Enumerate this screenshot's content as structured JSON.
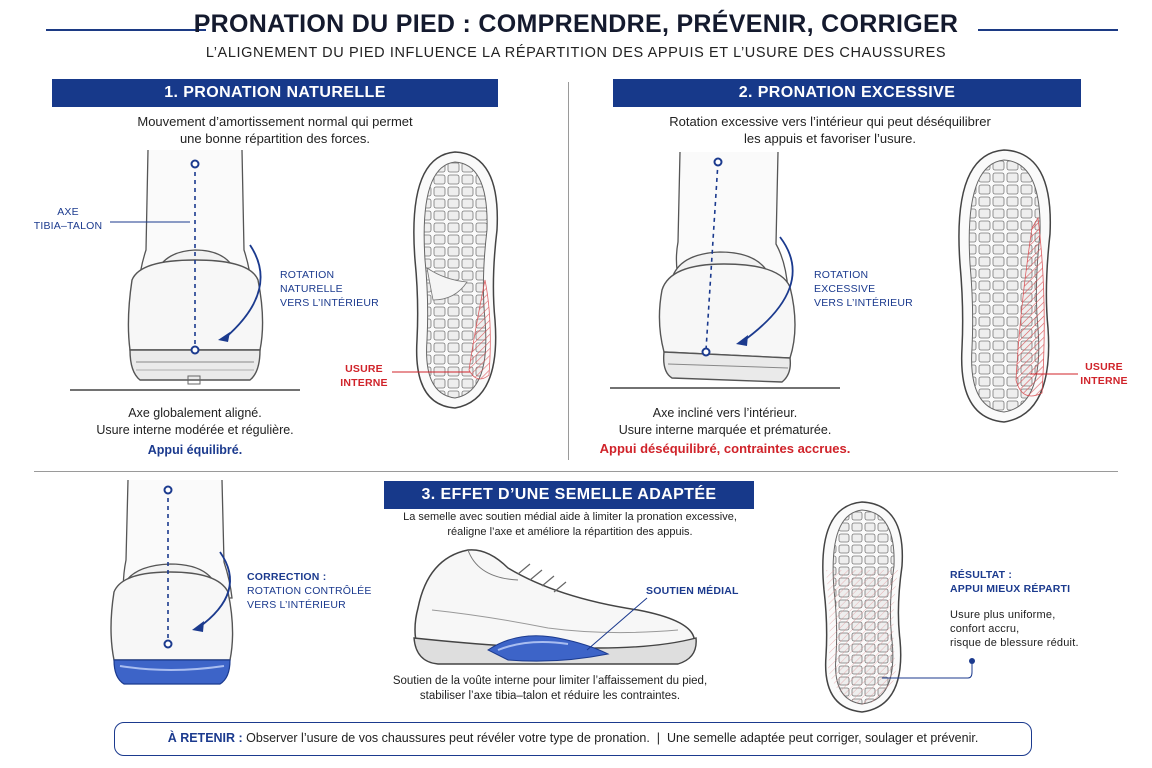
{
  "header": {
    "title": "PRONATION DU PIED : COMPRENDRE, PRÉVENIR, CORRIGER",
    "subtitle": "L’ALIGNEMENT DU PIED INFLUENCE LA RÉPARTITION DES APPUIS ET L’USURE DES CHAUSSURES"
  },
  "colors": {
    "accent": "#17398a",
    "warning": "#d0232a",
    "insole": "#3d64c8"
  },
  "section1": {
    "banner": "1. PRONATION NATURELLE",
    "intro_line1": "Mouvement d’amortissement normal qui permet",
    "intro_line2": "une bonne répartition des forces.",
    "axis_label_line1": "AXE",
    "axis_label_line2": "TIBIA–TALON",
    "rotation_line1": "ROTATION",
    "rotation_line2": "NATURELLE",
    "rotation_line3": "VERS L’INTÉRIEUR",
    "wear_line1": "USURE",
    "wear_line2": "INTERNE",
    "caption_line1": "Axe globalement aligné.",
    "caption_line2": "Usure interne modérée et régulière.",
    "conclusion": "Appui équilibré."
  },
  "section2": {
    "banner": "2. PRONATION EXCESSIVE",
    "intro_line1": "Rotation excessive vers l’intérieur qui peut déséquilibrer",
    "intro_line2": "les appuis et favoriser l’usure.",
    "rotation_line1": "ROTATION",
    "rotation_line2": "EXCESSIVE",
    "rotation_line3": "VERS L’INTÉRIEUR",
    "wear_line1": "USURE",
    "wear_line2": "INTERNE",
    "caption_line1": "Axe incliné vers l’intérieur.",
    "caption_line2": "Usure interne marquée et prématurée.",
    "conclusion": "Appui déséquilibré, contraintes accrues."
  },
  "section3": {
    "banner": "3. EFFET D’UNE SEMELLE ADAPTÉE",
    "intro_line1": "La semelle avec soutien médial aide à limiter la pronation excessive,",
    "intro_line2": "réaligne l’axe et améliore la répartition des appuis.",
    "correction_line1": "CORRECTION :",
    "correction_line2": "ROTATION CONTRÔLÉE",
    "correction_line3": "VERS L’INTÉRIEUR",
    "support_label": "SOUTIEN MÉDIAL",
    "caption_line1": "Soutien de la voûte interne pour limiter l’affaissement du pied,",
    "caption_line2": "stabiliser l’axe tibia–talon et réduire les contraintes.",
    "result_line1": "RÉSULTAT :",
    "result_line2": "APPUI MIEUX RÉPARTI",
    "result_text1": "Usure plus uniforme,",
    "result_text2": "confort accru,",
    "result_text3": "risque de blessure réduit."
  },
  "footer": {
    "key": "À RETENIR :",
    "text": "Observer l’usure de vos chaussures peut révéler votre type de pronation.  |  Une semelle adaptée peut corriger, soulager et prévenir."
  }
}
